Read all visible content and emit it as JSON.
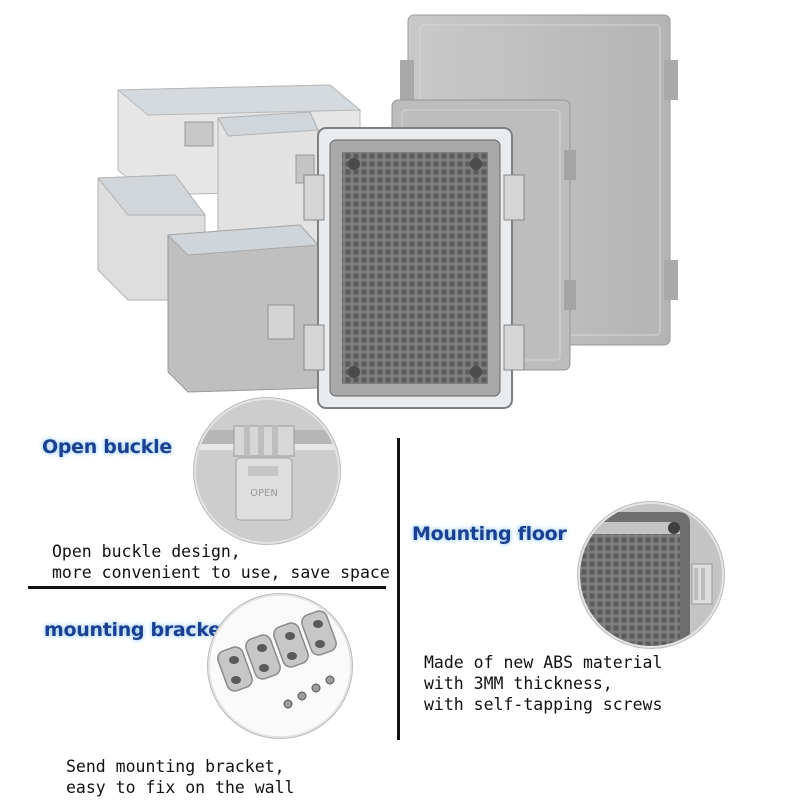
{
  "sections": {
    "open_buckle": {
      "title": "Open buckle",
      "line1": "Open buckle design,",
      "line2": "more convenient to use, save space",
      "buckle_text": "OPEN"
    },
    "mounting_bracket": {
      "title": "mounting bracket",
      "line1": "Send mounting bracket,",
      "line2": "easy to fix on the wall"
    },
    "mounting_floor": {
      "title": "Mounting floor",
      "line1": "Made of new ABS material",
      "line2": "with 3MM thickness,",
      "line3": "with self-tapping screws"
    }
  },
  "colors": {
    "label_text": "#1d3f8f",
    "label_glow": "#9fd0ff",
    "enclosure_grey": "#cfcfcf",
    "enclosure_dark": "#8e8e8e",
    "divider": "#111111"
  }
}
